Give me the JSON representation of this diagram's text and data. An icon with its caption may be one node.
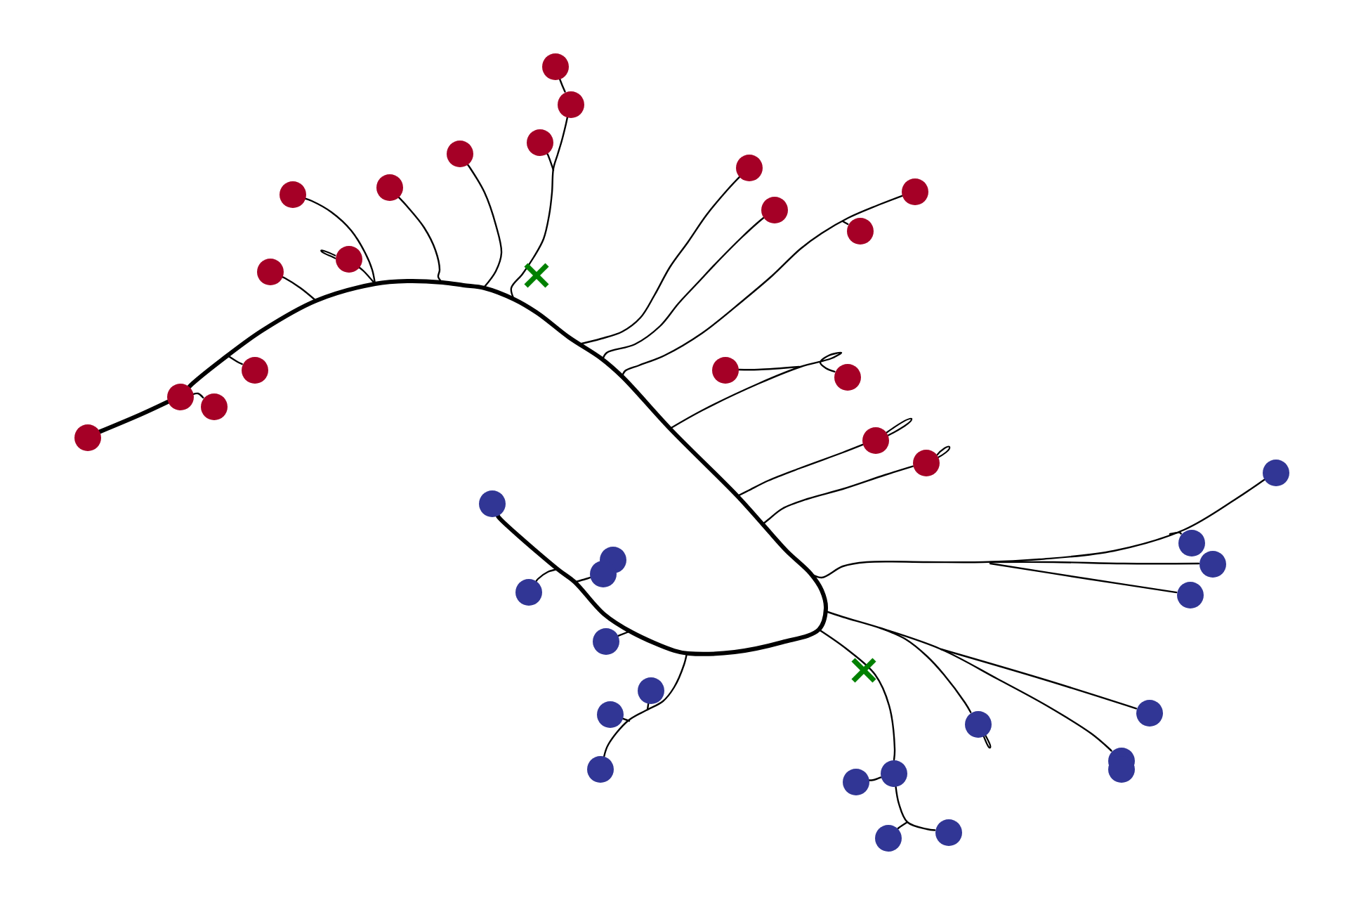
{
  "diagram": {
    "nodes": [
      {
        "text": [],
        "shape": "circle"
      },
      {
        "text": [],
        "shape": "circle"
      },
      {
        "text": [],
        "shape": "circle"
      },
      {
        "text": [],
        "shape": "circle"
      },
      {
        "text": [],
        "shape": "circle"
      },
      {
        "text": [],
        "shape": "circle"
      },
      {
        "text": [],
        "shape": "circle"
      },
      {
        "text": [],
        "shape": "circle"
      },
      {
        "text": [],
        "shape": "circle"
      },
      {
        "text": [],
        "shape": "circle"
      },
      {
        "text": [],
        "shape": "circle"
      },
      {
        "text": [],
        "shape": "circle"
      },
      {
        "text": [],
        "shape": "circle"
      },
      {
        "text": [],
        "shape": "circle"
      },
      {
        "text": [],
        "shape": "circle"
      },
      {
        "text": [],
        "shape": "circle"
      },
      {
        "text": [],
        "shape": "circle"
      },
      {
        "text": [],
        "shape": "circle"
      },
      {
        "text": [],
        "shape": "circle"
      },
      {
        "text": [],
        "shape": "circle"
      },
      {
        "text": [],
        "shape": "circle"
      },
      {
        "text": [],
        "shape": "circle"
      },
      {
        "text": [],
        "shape": "circle"
      },
      {
        "text": [],
        "shape": "circle"
      },
      {
        "text": [],
        "shape": "circle"
      },
      {
        "text": [],
        "shape": "circle"
      },
      {
        "text": [],
        "shape": "circle"
      },
      {
        "text": [],
        "shape": "circle"
      },
      {
        "text": [],
        "shape": "circle"
      },
      {
        "text": [],
        "shape": "circle"
      },
      {
        "text": [],
        "shape": "circle"
      },
      {
        "text": [],
        "shape": "circle"
      },
      {
        "text": [],
        "shape": "circle"
      },
      {
        "text": [],
        "shape": "circle"
      },
      {
        "text": [],
        "shape": "circle"
      },
      {
        "text": [],
        "shape": "circle"
      },
      {
        "text": [],
        "shape": "circle"
      },
      {
        "text": [],
        "shape": "circle"
      },
      {
        "text": [],
        "shape": "circle"
      },
      {
        "text": [],
        "shape": "circle"
      }
    ],
    "edges": [
      {
        "from": 17,
        "to": 15,
        "arrow": "none",
        "style": "thick"
      },
      {
        "from": 15,
        "to": 21,
        "arrow": "none",
        "style": "thick"
      },
      {
        "from": 0,
        "to": 1,
        "arrow": "none"
      },
      {
        "from": 1,
        "to": null,
        "arrow": "none"
      },
      {
        "from": 2,
        "to": null,
        "arrow": "none"
      },
      {
        "from": 3,
        "to": null,
        "arrow": "none"
      },
      {
        "from": 4,
        "to": null,
        "arrow": "none"
      },
      {
        "from": 5,
        "to": null,
        "arrow": "none"
      },
      {
        "from": 6,
        "to": null,
        "arrow": "none"
      },
      {
        "from": 7,
        "to": null,
        "arrow": "none"
      },
      {
        "from": 8,
        "to": null,
        "arrow": "none"
      },
      {
        "from": 9,
        "to": null,
        "arrow": "none"
      },
      {
        "from": 10,
        "to": null,
        "arrow": "none"
      },
      {
        "from": 11,
        "to": null,
        "arrow": "none"
      },
      {
        "from": 12,
        "to": null,
        "arrow": "none"
      },
      {
        "from": 13,
        "to": null,
        "arrow": "none"
      },
      {
        "from": 14,
        "to": null,
        "arrow": "none"
      },
      {
        "from": 16,
        "to": 15,
        "arrow": "none"
      },
      {
        "from": 18,
        "to": null,
        "arrow": "none"
      },
      {
        "from": 19,
        "to": null,
        "arrow": "none"
      },
      {
        "from": 20,
        "to": null,
        "arrow": "none"
      },
      {
        "from": 22,
        "to": null,
        "arrow": "none"
      },
      {
        "from": 24,
        "to": null,
        "arrow": "none"
      },
      {
        "from": 25,
        "to": null,
        "arrow": "none"
      },
      {
        "from": 26,
        "to": null,
        "arrow": "none"
      },
      {
        "from": 27,
        "to": null,
        "arrow": "none"
      },
      {
        "from": 28,
        "to": null,
        "arrow": "none"
      },
      {
        "from": 29,
        "to": null,
        "arrow": "none"
      },
      {
        "from": 30,
        "to": null,
        "arrow": "none"
      },
      {
        "from": 31,
        "to": null,
        "arrow": "none"
      },
      {
        "from": 32,
        "to": null,
        "arrow": "none"
      },
      {
        "from": 33,
        "to": null,
        "arrow": "none"
      },
      {
        "from": 35,
        "to": null,
        "arrow": "none"
      },
      {
        "from": 36,
        "to": null,
        "arrow": "none"
      },
      {
        "from": 37,
        "to": 36,
        "arrow": "none"
      },
      {
        "from": 38,
        "to": 36,
        "arrow": "none"
      },
      {
        "from": 39,
        "to": null,
        "arrow": "none"
      }
    ]
  }
}
